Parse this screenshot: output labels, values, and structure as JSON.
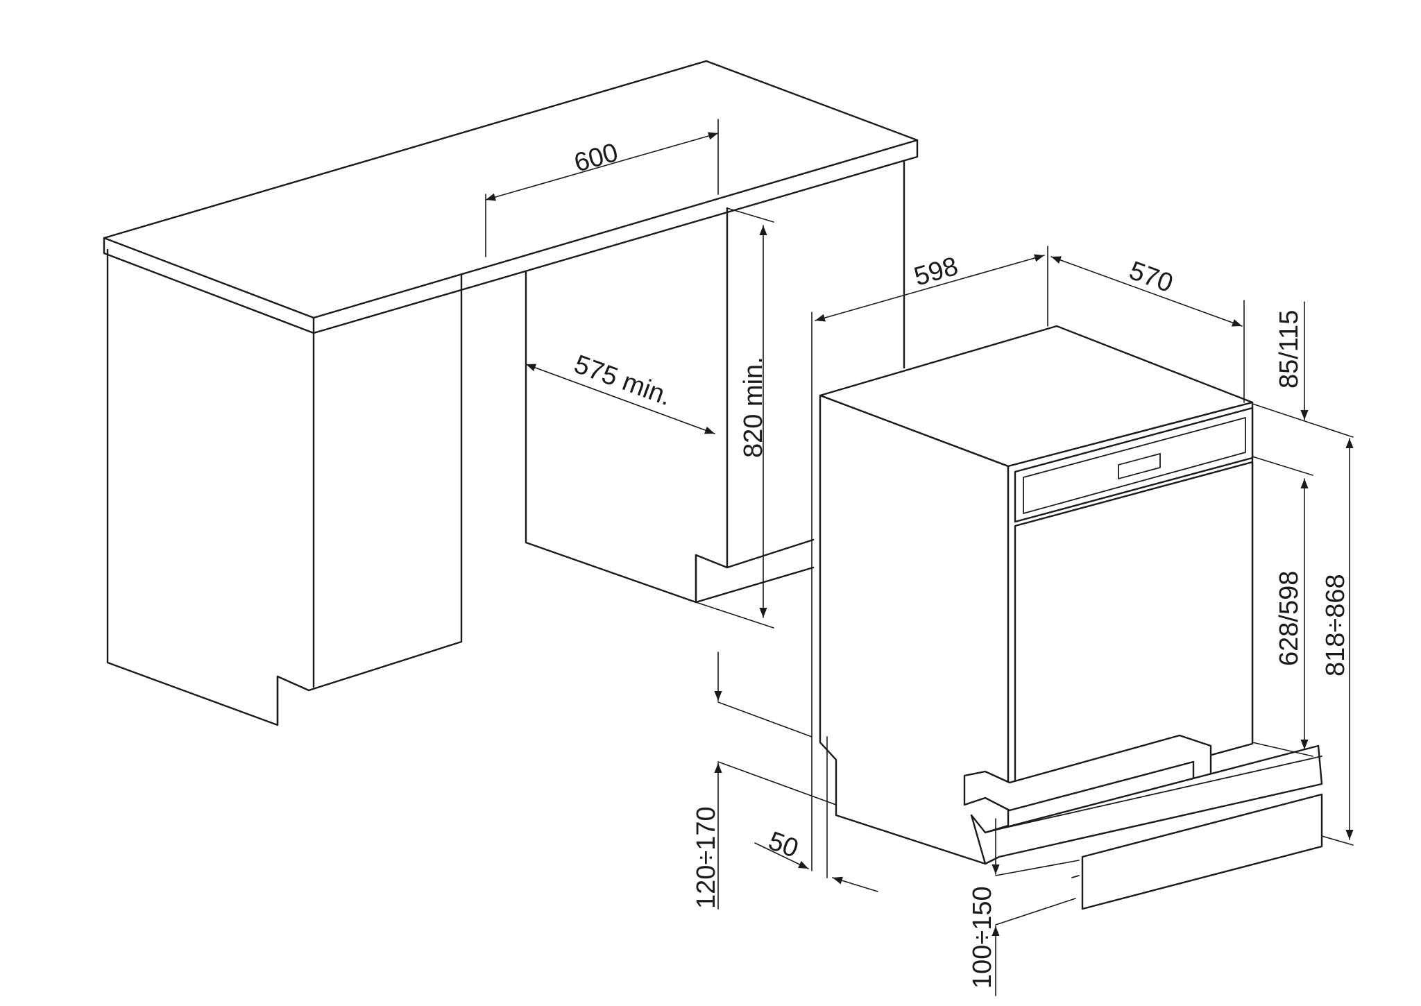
{
  "diagram": {
    "labels": {
      "worktop_width": "600",
      "recess_depth": "575 min.",
      "recess_height": "820 min.",
      "appliance_width": "598",
      "appliance_depth": "570",
      "control_panel": "85/115",
      "door_height": "628/598",
      "total_height": "818÷868",
      "plinth_recess": "50",
      "rear_foot_height": "120÷170",
      "kick_height": "100÷150"
    },
    "colors": {
      "line": "#1a1a1a",
      "background": "#ffffff"
    }
  }
}
